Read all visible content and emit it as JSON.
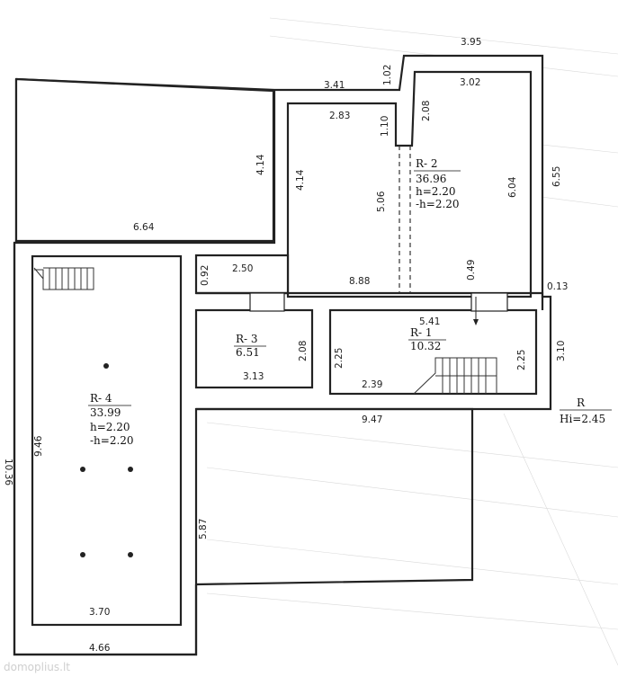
{
  "dimensions": {
    "d_395": "3.95",
    "d_102": "1.02",
    "d_341": "3.41",
    "d_302": "3.02",
    "d_283": "2.83",
    "d_110": "1.10",
    "d_208a": "2.08",
    "d_414a": "4.14",
    "d_414b": "4.14",
    "d_506": "5.06",
    "d_604": "6.04",
    "d_655": "6.55",
    "d_664": "6.64",
    "d_092": "0.92",
    "d_250": "2.50",
    "d_888": "8.88",
    "d_049": "0.49",
    "d_013": "0.13",
    "d_541": "5.41",
    "d_208b": "2.08",
    "d_225a": "2.25",
    "d_225b": "2.25",
    "d_310": "3.10",
    "d_313": "3.13",
    "d_239": "2.39",
    "d_947": "9.47",
    "d_1036": "10.36",
    "d_946": "9.46",
    "d_587": "5.87",
    "d_370": "3.70",
    "d_466": "4.66"
  },
  "rooms": {
    "r2": {
      "label": "R- 2",
      "area": "36.96",
      "h": "h=2.20",
      "nh": "-h=2.20"
    },
    "r3": {
      "label": "R- 3",
      "area": "6.51"
    },
    "r1": {
      "label": "R- 1",
      "area": "10.32"
    },
    "r4": {
      "label": "R- 4",
      "area": "33.99",
      "h": "h=2.20",
      "nh": "-h=2.20"
    }
  },
  "outside": {
    "label": "R",
    "height": "Hi=2.45"
  },
  "watermark": "domoplius.lt"
}
